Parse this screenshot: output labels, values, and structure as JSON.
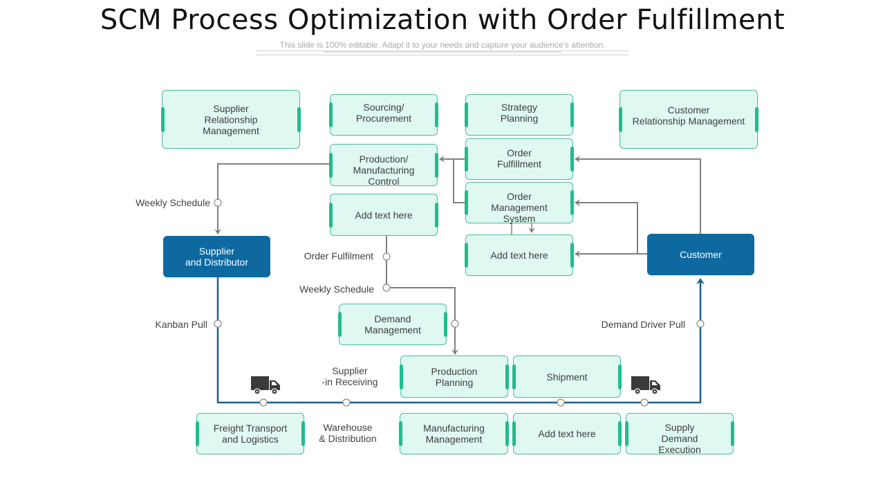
{
  "header": {
    "title": "SCM Process Optimization with Order Fulfillment",
    "subtitle": "This slide is 100% editable. Adapt it to your needs and capture your audience's attention."
  },
  "colors": {
    "box_fill": "#dff9f2",
    "box_border": "#4db89a",
    "box_tab": "#1fbd8d",
    "dark_box": "#0e69a1",
    "blue_line": "#1a5f8f",
    "gray_line": "#7f7f7f",
    "truck": "#3a3a3a"
  },
  "boxes": {
    "supplier_relationship": "Supplier\nRelationship\nManagement",
    "sourcing": "Sourcing/\nProcurement",
    "strategy": "Strategy\nPlanning",
    "customer_relationship": "Customer\nRelationship Management",
    "production_control": "Production/\nManufacturing\nControl",
    "order_fulfillment": "Order\nFulfillment",
    "order_management": "Order\nManagement\nSystem",
    "add_text_1": "Add text here",
    "add_text_2": "Add text here",
    "supplier_distributor": "Supplier\nand Distributor",
    "customer": "Customer",
    "demand_management": "Demand\nManagement",
    "production_planning": "Production\nPlanning",
    "shipment": "Shipment",
    "freight": "Freight Transport\nand Logistics",
    "manufacturing_management": "Manufacturing\nManagement",
    "add_text_3": "Add text here",
    "supply_demand": "Supply\nDemand\nExecution"
  },
  "labels": {
    "weekly_schedule_left": "Weekly Schedule",
    "order_fulfilment": "Order Fulfilment",
    "weekly_schedule_mid": "Weekly Schedule",
    "kanban_pull": "Kanban Pull",
    "demand_driver_pull": "Demand Driver Pull",
    "supplier_receiving": "Supplier\n-in Receiving",
    "warehouse": "Warehouse\n& Distribution"
  },
  "icons": {
    "truck_left": "truck-icon",
    "truck_right": "truck-icon"
  }
}
